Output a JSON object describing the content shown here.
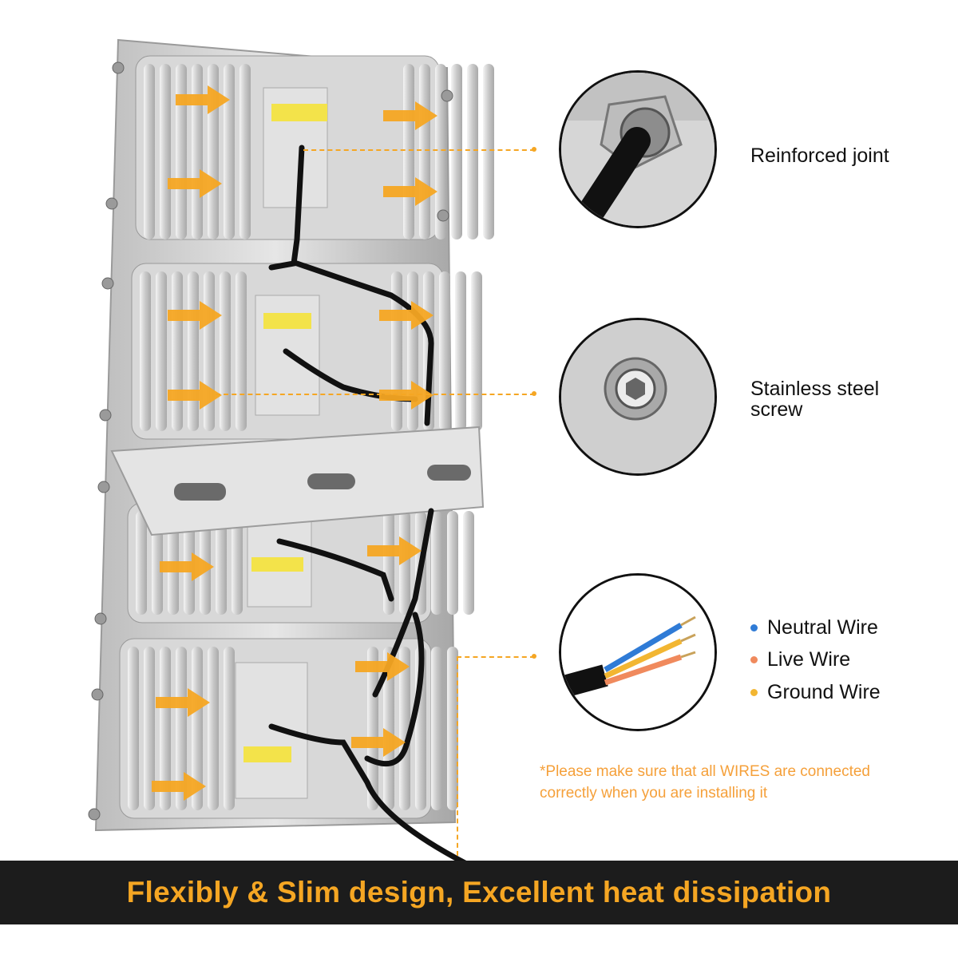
{
  "callouts": {
    "joint_label": "Reinforced joint",
    "screw_label_line1": "Stainless steel",
    "screw_label_line2": "screw"
  },
  "wires": [
    {
      "label": "Neutral Wire",
      "color": "#2f7bd6"
    },
    {
      "label": "Live Wire",
      "color": "#f08a5d"
    },
    {
      "label": "Ground Wire",
      "color": "#f2b632"
    }
  ],
  "note": {
    "line1": "*Please make sure that all WIRES are connected",
    "line2": "correctly when you are installing it"
  },
  "banner": {
    "text": "Flexibly & Slim design, Excellent heat dissipation"
  },
  "colors": {
    "accent": "#f5a623",
    "banner_bg": "#1c1c1c",
    "housing": "#d9d9d9"
  }
}
